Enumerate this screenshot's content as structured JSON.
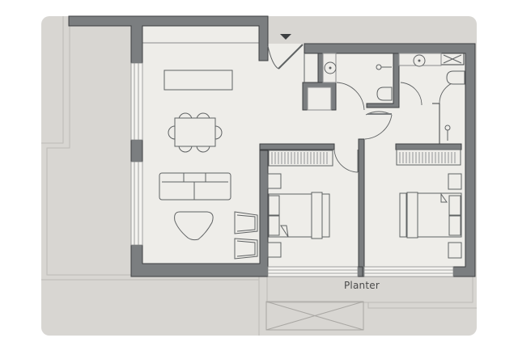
{
  "diagram": {
    "type": "apartment-floor-plan",
    "labels": {
      "planter": "Planter"
    },
    "colors": {
      "background": "#ffffff",
      "exterior": "#d8d6d2",
      "interior": "#eeede9",
      "wall": "#7b7e80",
      "wall_outline": "#3c3f41",
      "line": "#5f6263",
      "thin_line": "#b7b5b1"
    },
    "rooms": [
      {
        "name": "living-dining",
        "furniture": [
          "tv-console",
          "dining-table",
          "dining-chairs-6",
          "sofa",
          "coffee-table",
          "armchair-2"
        ]
      },
      {
        "name": "bedroom-1",
        "furniture": [
          "double-bed",
          "nightstand-2",
          "wardrobe"
        ]
      },
      {
        "name": "bedroom-2",
        "furniture": [
          "double-bed",
          "nightstand-2",
          "wardrobe"
        ]
      },
      {
        "name": "bathroom-1",
        "fixtures": [
          "basin",
          "toilet",
          "shower"
        ]
      },
      {
        "name": "bathroom-2",
        "fixtures": [
          "basin",
          "toilet",
          "shower",
          "shaft"
        ]
      },
      {
        "name": "storage"
      },
      {
        "name": "terrace"
      },
      {
        "name": "planter"
      }
    ],
    "entrance_marker": "entry-arrow"
  }
}
